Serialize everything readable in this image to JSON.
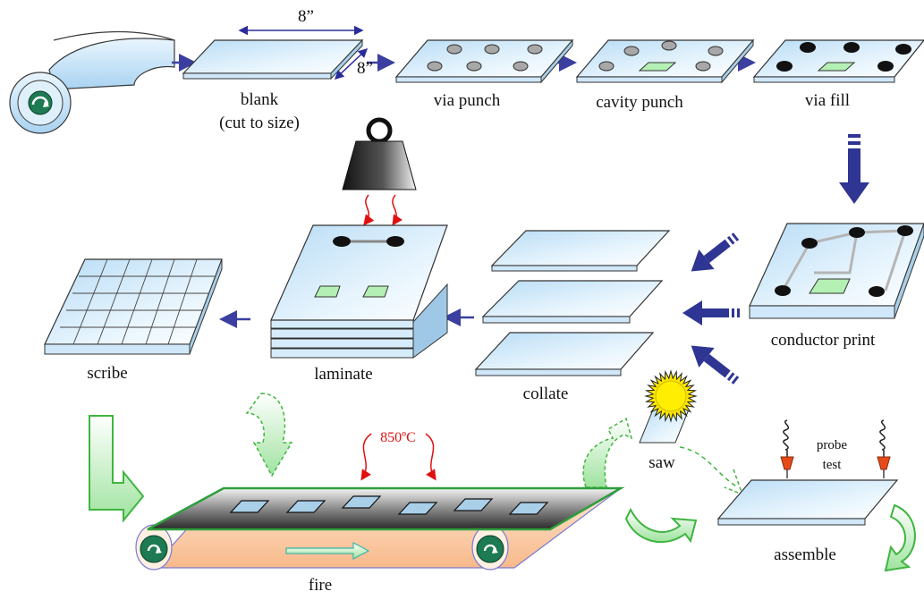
{
  "diagram": {
    "steps": {
      "blank_line1": "blank",
      "blank_line2": "(cut to size)",
      "via_punch": "via punch",
      "cavity_punch": "cavity punch",
      "via_fill": "via fill",
      "conductor_print": "conductor print",
      "collate": "collate",
      "laminate": "laminate",
      "scribe": "scribe",
      "fire": "fire",
      "saw": "saw",
      "probe_test_line1": "probe",
      "probe_test_line2": "test",
      "assemble": "assemble"
    },
    "dimensions": {
      "width": "8”",
      "depth": "8”"
    },
    "firing_temperature": "850ºC"
  }
}
